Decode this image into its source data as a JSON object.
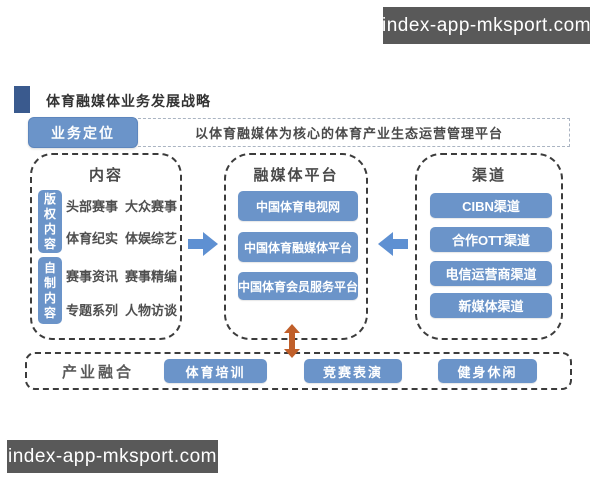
{
  "watermarks": {
    "top": "index-app-mksport.com",
    "bottom": "index-app-mksport.com"
  },
  "header": {
    "title": "体育融媒体业务发展战略"
  },
  "positioning": {
    "label": "业务定位",
    "statement": "以体育融媒体为核心的体育产业生态运营管理平台"
  },
  "content_box": {
    "title": "内容",
    "groups": [
      {
        "label": "版权内容",
        "rows": [
          [
            "头部赛事",
            "大众赛事"
          ],
          [
            "体育纪实",
            "体娱综艺"
          ]
        ]
      },
      {
        "label": "自制内容",
        "rows": [
          [
            "赛事资讯",
            "赛事精编"
          ],
          [
            "专题系列",
            "人物访谈"
          ]
        ]
      }
    ]
  },
  "platform_box": {
    "title": "融媒体平台",
    "items": [
      "中国体育电视网",
      "中国体育融媒体平台",
      "中国体育会员服务平台"
    ]
  },
  "channel_box": {
    "title": "渠道",
    "items": [
      "CIBN渠道",
      "合作OTT渠道",
      "电信运营商渠道",
      "新媒体渠道"
    ]
  },
  "industry_box": {
    "label": "产业融合",
    "items": [
      "体育培训",
      "竞赛表演",
      "健身休闲"
    ]
  },
  "colors": {
    "button_blue": "#6b94c9",
    "arrow_blue": "#5e90d2",
    "arrow_orange": "#c05f2a",
    "title_square_navy": "#3a5a8e",
    "watermark_gray": "#595959"
  }
}
